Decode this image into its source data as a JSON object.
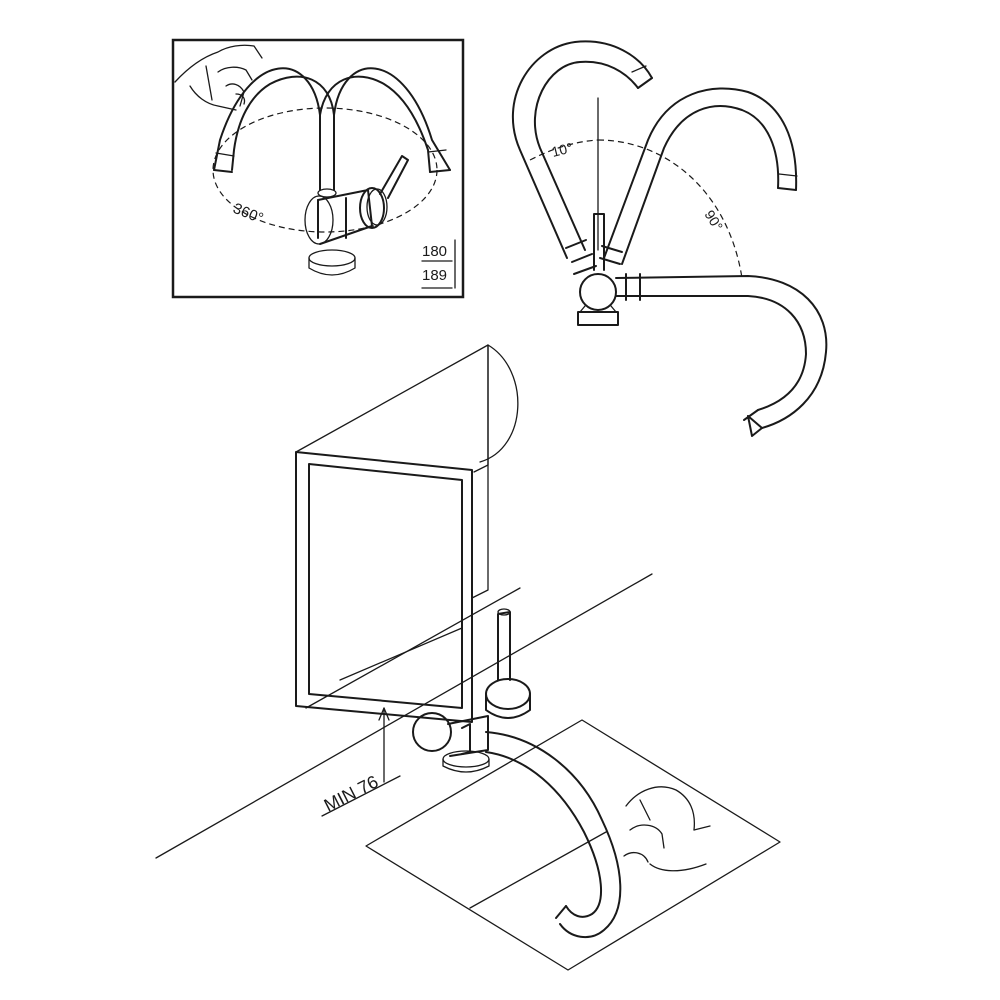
{
  "inset": {
    "rotation_label": "360°",
    "model_code_top": "180",
    "model_code_bottom": "189"
  },
  "swing": {
    "small_angle_label": "10°",
    "large_angle_label": "90°"
  },
  "install": {
    "clearance_label": "MIN 76"
  },
  "colors": {
    "line": "#1a1a1a",
    "background": "#ffffff"
  }
}
